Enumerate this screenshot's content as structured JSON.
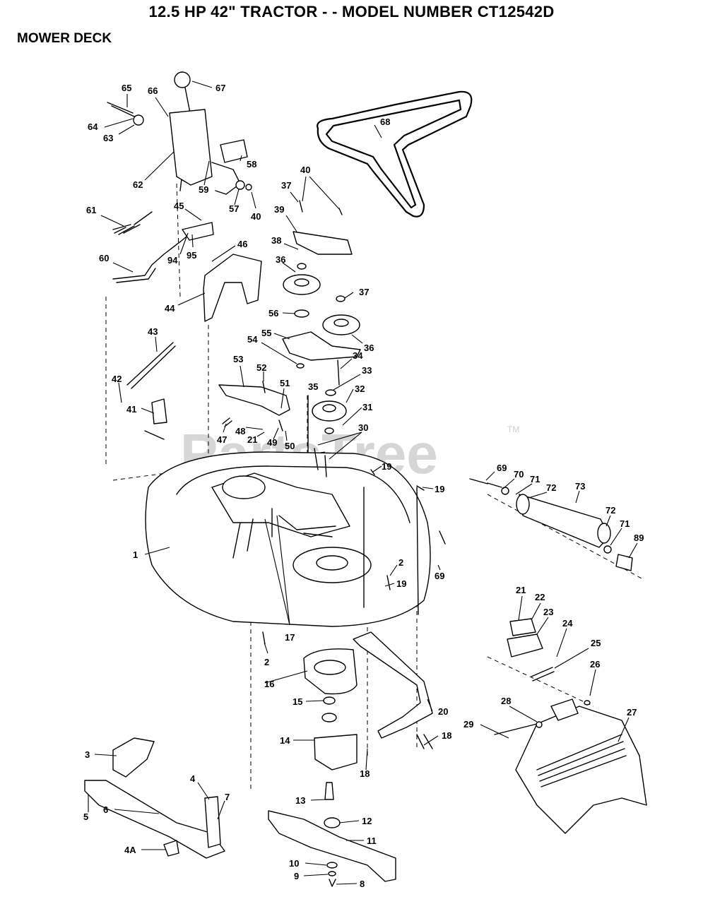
{
  "header": {
    "title": "12.5 HP 42\" TRACTOR - - MODEL NUMBER CT12542D",
    "subtitle": "MOWER DECK"
  },
  "watermark": {
    "text": "PartsTree",
    "trademark": "TM"
  },
  "labels": {
    "l67": "67",
    "l65": "65",
    "l66": "66",
    "l64": "64",
    "l63": "63",
    "l62": "62",
    "l59": "59",
    "l58": "58",
    "l57": "57",
    "l40a": "40",
    "l40b": "40",
    "l37a": "37",
    "l39": "39",
    "l38": "38",
    "l36a": "36",
    "l37b": "37",
    "l56": "56",
    "l55": "55",
    "l36b": "36",
    "l54": "54",
    "l34": "34",
    "l33": "33",
    "l32": "32",
    "l31": "31",
    "l30": "30",
    "l35": "35",
    "l68": "68",
    "l61": "61",
    "l45": "45",
    "l95": "95",
    "l94": "94",
    "l60": "60",
    "l46": "46",
    "l44": "44",
    "l43": "43",
    "l53": "53",
    "l52": "52",
    "l51": "51",
    "l42": "42",
    "l41": "41",
    "l47": "47",
    "l48": "48",
    "l21a": "21",
    "l49": "49",
    "l50": "50",
    "l19a": "19",
    "l19b": "19",
    "l69a": "69",
    "l70": "70",
    "l71a": "71",
    "l72a": "72",
    "l73": "73",
    "l72b": "72",
    "l71b": "71",
    "l89": "89",
    "l1": "1",
    "l2a": "2",
    "l19c": "19",
    "l69b": "69",
    "l17": "17",
    "l2b": "2",
    "l21b": "21",
    "l22": "22",
    "l23": "23",
    "l24": "24",
    "l25": "25",
    "l26": "26",
    "l16": "16",
    "l15": "15",
    "l20": "20",
    "l28": "28",
    "l27": "27",
    "l29": "29",
    "l14": "14",
    "l18a": "18",
    "l18b": "18",
    "l3": "3",
    "l4": "4",
    "l7": "7",
    "l5": "5",
    "l6": "6",
    "l13": "13",
    "l12": "12",
    "l11": "11",
    "l4A": "4A",
    "l10": "10",
    "l9": "9",
    "l8": "8"
  }
}
